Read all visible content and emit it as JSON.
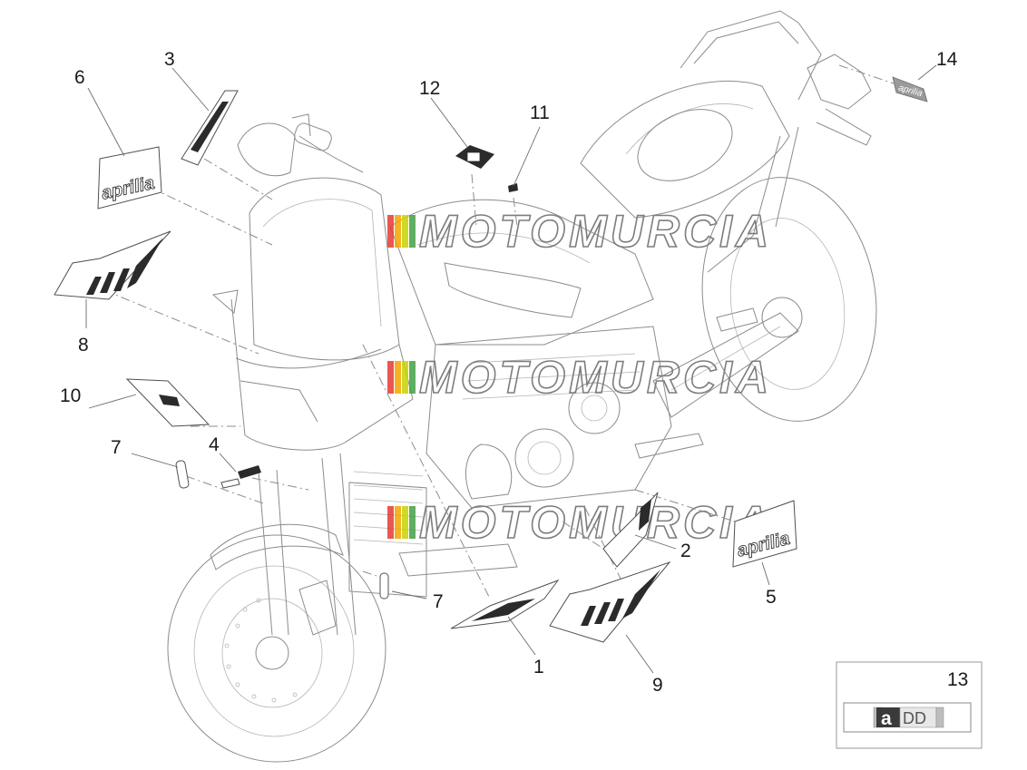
{
  "diagram": {
    "watermark": "MOTOMURCIA",
    "watermark_colors": [
      "#e53935",
      "#f4a300",
      "#c8d400",
      "#43a047"
    ],
    "callouts": [
      {
        "id": "c1",
        "label": "1"
      },
      {
        "id": "c2",
        "label": "2"
      },
      {
        "id": "c3",
        "label": "3"
      },
      {
        "id": "c4",
        "label": "4"
      },
      {
        "id": "c5",
        "label": "5"
      },
      {
        "id": "c6",
        "label": "6"
      },
      {
        "id": "c7a",
        "label": "7"
      },
      {
        "id": "c7b",
        "label": "7"
      },
      {
        "id": "c8",
        "label": "8"
      },
      {
        "id": "c9",
        "label": "9"
      },
      {
        "id": "c10",
        "label": "10"
      },
      {
        "id": "c11",
        "label": "11"
      },
      {
        "id": "c12",
        "label": "12"
      },
      {
        "id": "c14",
        "label": "14"
      }
    ],
    "decal_brand": "aprilia",
    "inset": {
      "number": "13",
      "badge_letter": "a",
      "badge_suffix": "DD"
    }
  }
}
